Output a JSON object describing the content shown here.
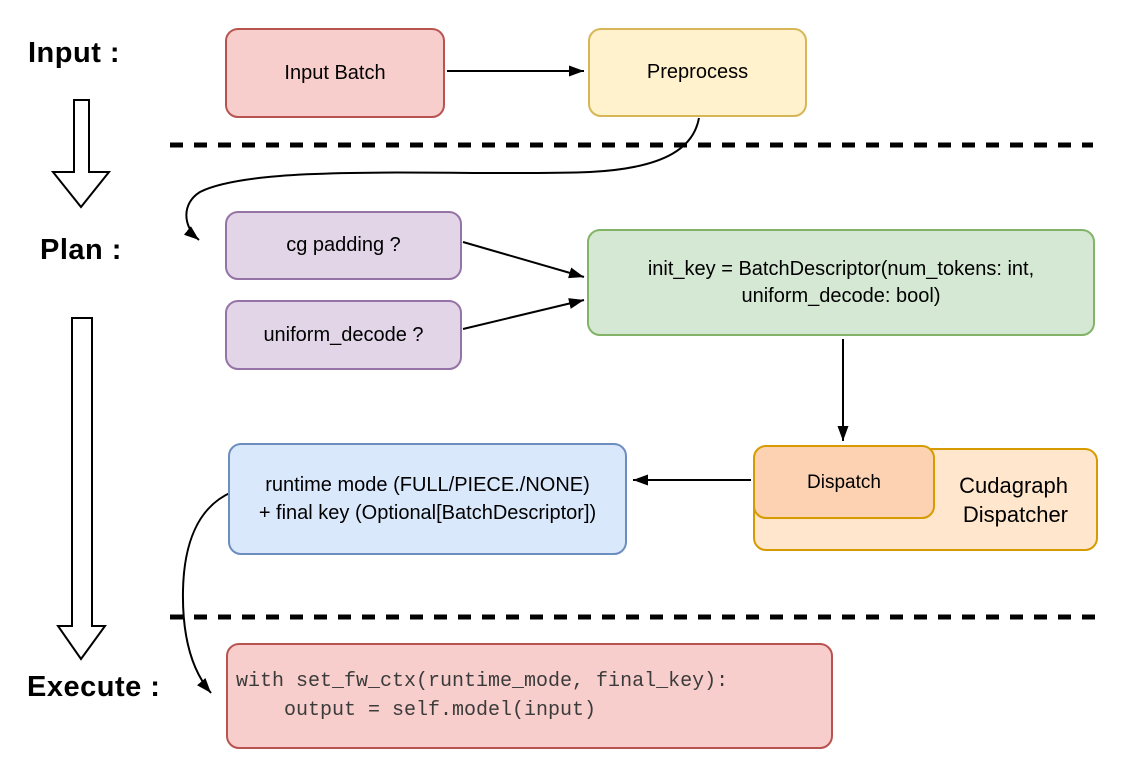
{
  "diagram": {
    "stages": {
      "input_label": "Input :",
      "plan_label": "Plan :",
      "execute_label": "Execute :"
    },
    "nodes": {
      "input_batch": {
        "label": "Input Batch"
      },
      "preprocess": {
        "label": "Preprocess"
      },
      "cg_padding": {
        "label": "cg padding ?"
      },
      "uniform_decode": {
        "label": "uniform_decode ?"
      },
      "init_key": {
        "line1": "init_key = BatchDescriptor(num_tokens: int,",
        "line2": "uniform_decode: bool)"
      },
      "dispatch": {
        "label": "Dispatch"
      },
      "cudagraph_dispatcher": {
        "line1": "Cudagraph",
        "line2": "Dispatcher"
      },
      "runtime_mode": {
        "line1": "runtime mode (FULL/PIECE./NONE)",
        "line2": "+ final key (Optional[BatchDescriptor])"
      },
      "execute_code": {
        "line1": "with set_fw_ctx(runtime_mode, final_key):",
        "line2": "    output = self.model(input)"
      }
    },
    "colors": {
      "red_fill": "#f8cecc",
      "red_stroke": "#b85450",
      "yellow_fill": "#fff2cc",
      "yellow_stroke": "#d6b656",
      "purple_fill": "#e1d5e7",
      "purple_stroke": "#9673a6",
      "green_fill": "#d5e8d4",
      "green_stroke": "#82b366",
      "blue_fill": "#dae8fc",
      "blue_stroke": "#6c8ebf",
      "orange_fill": "#ffe6cc",
      "orange_stroke": "#d79b00",
      "peach_fill": "#fcd2b2",
      "connector": "#000000"
    }
  }
}
